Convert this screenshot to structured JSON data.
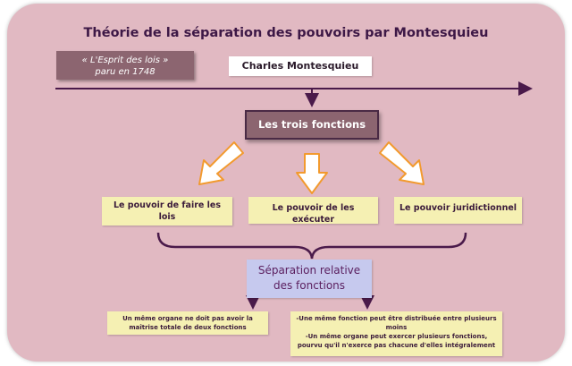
{
  "title": "Théorie de la séparation des pouvoirs par Montesquieu",
  "book": {
    "line1": "« L'Esprit des lois »",
    "line2": "paru en 1748"
  },
  "author": "Charles Montesquieu",
  "center_box": "Les trois fonctions",
  "powers": [
    "Le pouvoir de faire les lois",
    "Le pouvoir de les exécuter",
    "Le pouvoir juridictionnel"
  ],
  "separation": {
    "line1": "Séparation relative",
    "line2": "des fonctions"
  },
  "consequences": {
    "left": "Un même organe ne doit pas avoir la maîtrise totale de deux fonctions",
    "right_1": "-Une même fonction peut être distribuée entre plusieurs moins",
    "right_2": "-Un même organe peut exercer plusieurs fonctions, pourvu qu'il n'exerce pas chacune d'elles intégralement"
  },
  "colors": {
    "panel": "#e1b9c2",
    "dark_purple": "#4a1a4a",
    "mauve_box": "#8c6570",
    "yellow_box": "#f5f0b3",
    "lavender_box": "#c6c9ee",
    "orange_arrow_border": "#f29a2e"
  }
}
